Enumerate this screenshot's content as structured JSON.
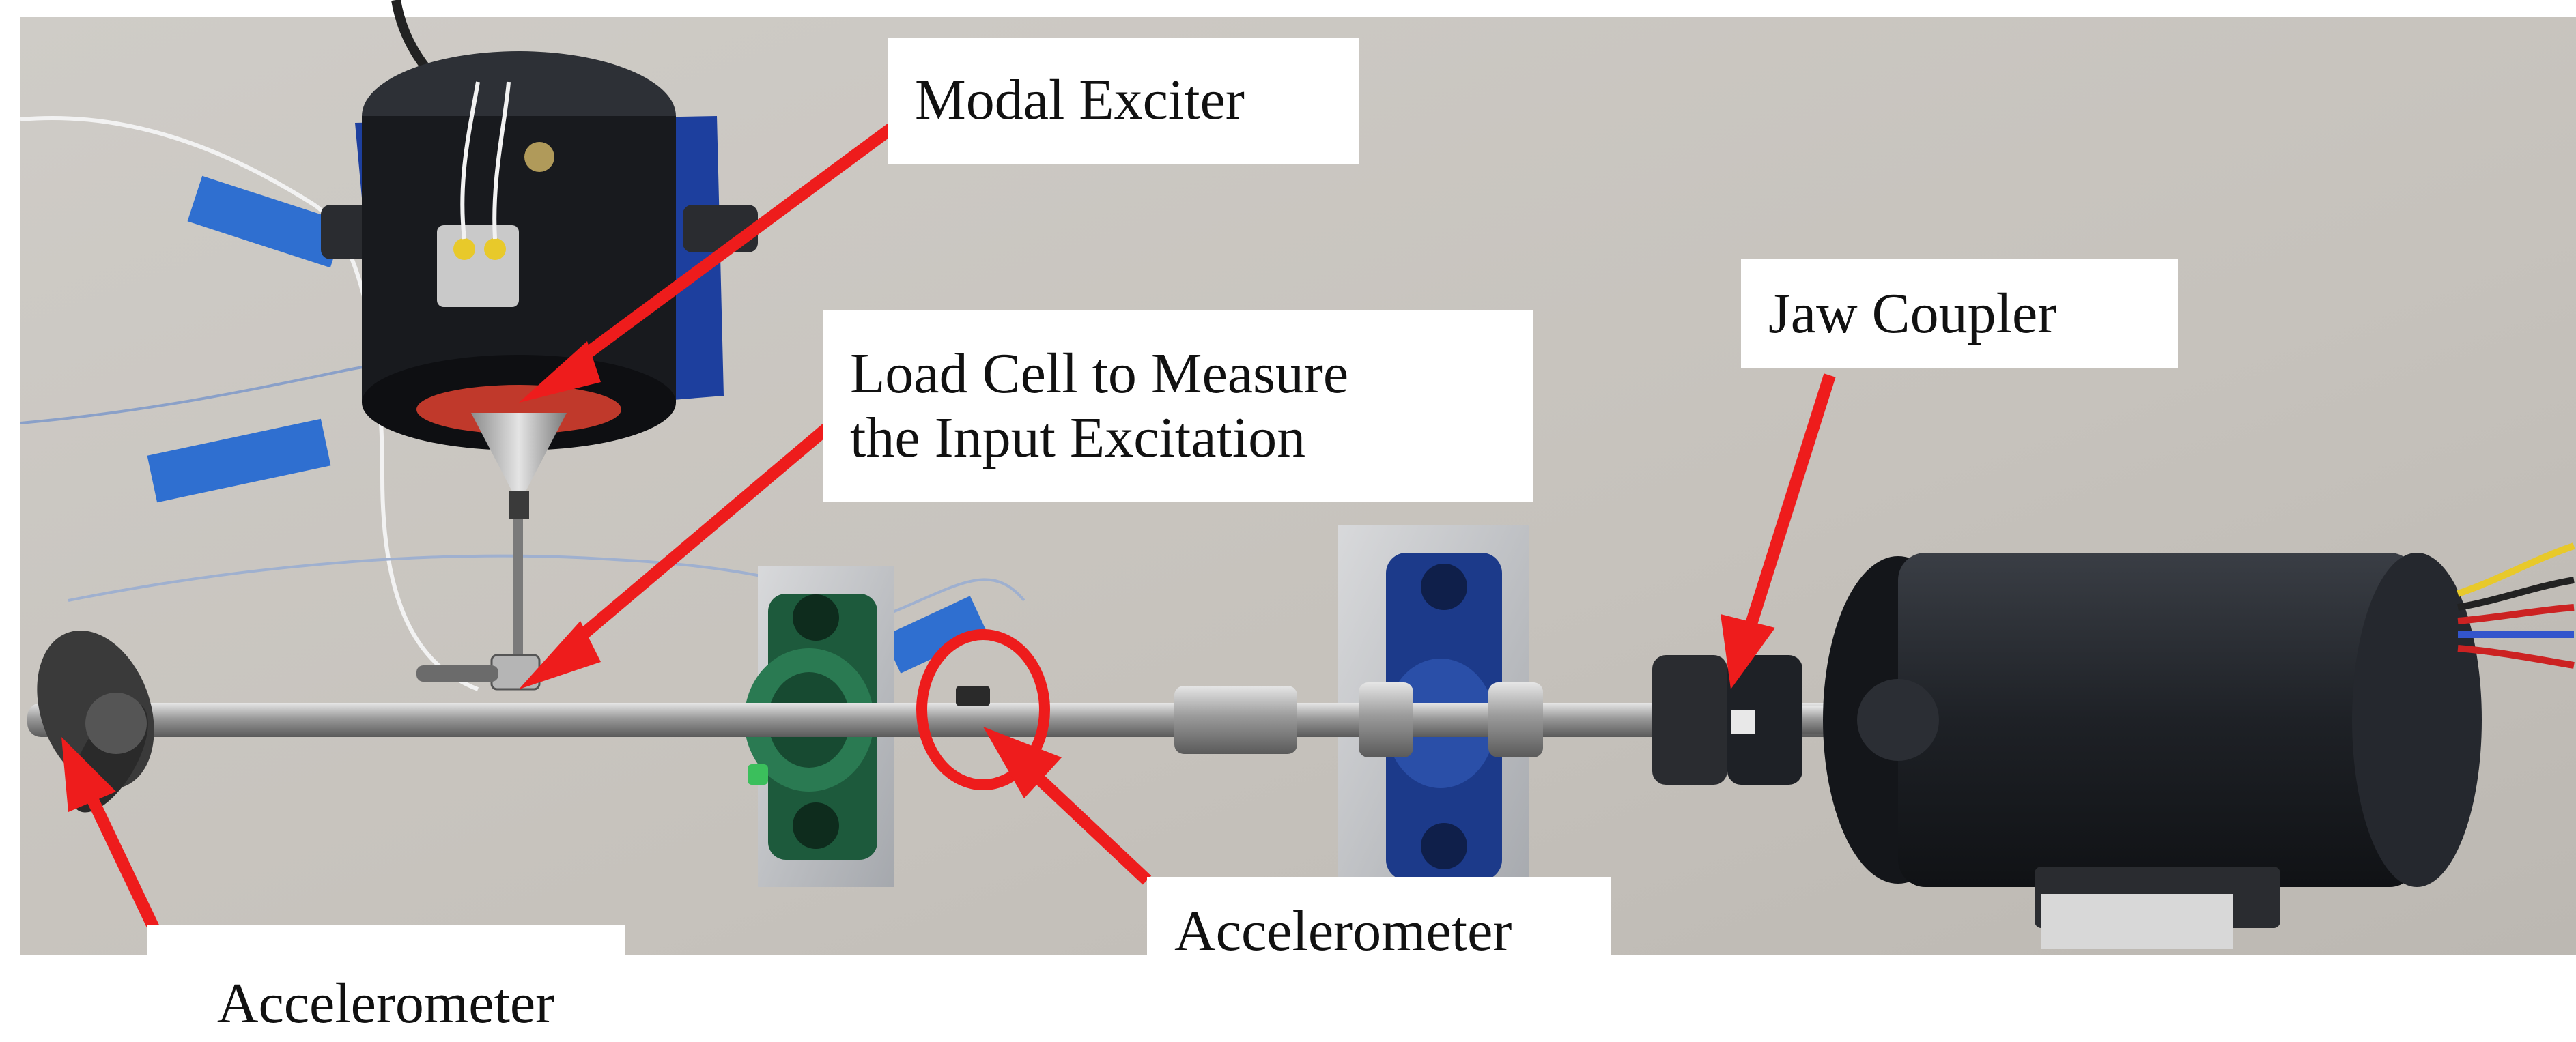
{
  "labels": {
    "modal_exciter": "Modal Exciter",
    "load_cell_line1": "Load Cell to Measure",
    "load_cell_line2": "the Input Excitation",
    "jaw_coupler": "Jaw Coupler",
    "accelerometer_middle": "Accelerometer",
    "accelerometer_left": "Accelerometer"
  },
  "colors": {
    "arrow": "#ee1c1c",
    "background": "#c9c6c1",
    "motor": "#1e2126",
    "bearing_blue": "#1c3a8a",
    "bearing_green": "#1d5a3c",
    "tape_blue": "#2f6fd0"
  }
}
